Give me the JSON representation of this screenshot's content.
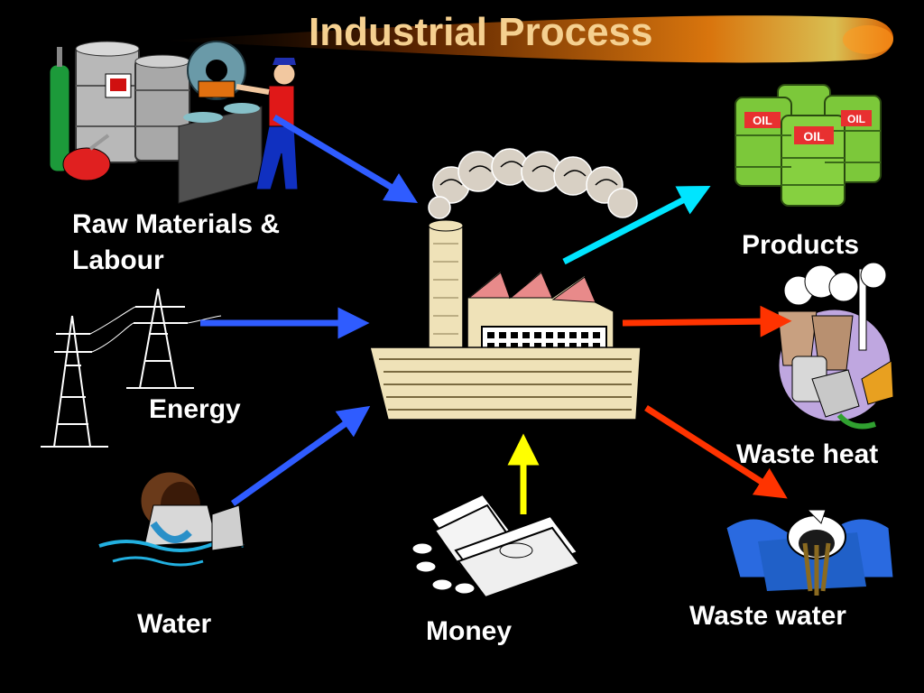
{
  "title": "Industrial Process",
  "labels": {
    "raw_materials_line1": "Raw Materials &",
    "raw_materials_line2": "Labour",
    "energy": "Energy",
    "water": "Water",
    "money": "Money",
    "products": "Products",
    "waste_heat": "Waste heat",
    "waste_water": "Waste water"
  },
  "drum_label": "OIL",
  "colors": {
    "background": "#000000",
    "title": "#f5d090",
    "input_arrow": "#2f5cff",
    "products_arrow": "#00e5ff",
    "waste_arrow": "#ff3300",
    "money_arrow": "#ffff00"
  }
}
